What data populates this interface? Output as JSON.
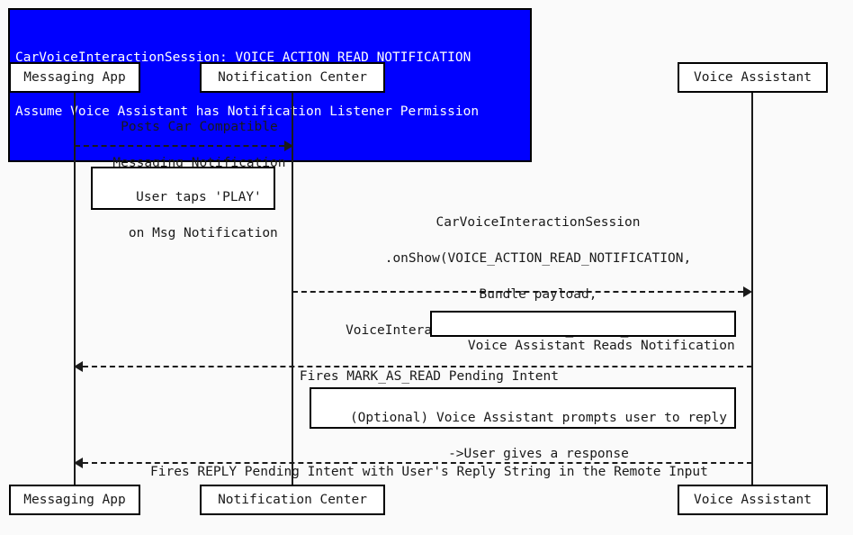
{
  "diagram": {
    "title": {
      "line1": "CarVoiceInteractionSession: VOICE_ACTION_READ_NOTIFICATION",
      "line2": "Assume Voice Assistant has Notification Listener Permission",
      "background_color": "#0000FF",
      "text_color": "#FFFFFF"
    },
    "background_color": "#FAFAFA",
    "line_color": "#1A1A1A",
    "participants": [
      {
        "id": "messaging-app",
        "label": "Messaging App"
      },
      {
        "id": "notification-center",
        "label": "Notification Center"
      },
      {
        "id": "voice-assistant",
        "label": "Voice Assistant"
      }
    ],
    "messages": [
      {
        "id": "posts-car-compatible-messaging-notification",
        "label_line1": "Posts Car Compatible",
        "label_line2": "Messaging Notification",
        "from": "messaging-app",
        "to": "notification-center",
        "direction": "right",
        "style": "dashed"
      },
      {
        "id": "on-show",
        "label_line1": "CarVoiceInteractionSession",
        "label_line2": ".onShow(VOICE_ACTION_READ_NOTIFICATION,",
        "label_line3": "Bundle payload,",
        "label_line4": "VoiceInteractionSession.SHOW_SOURCE_NOTIFICATION)",
        "from": "notification-center",
        "to": "voice-assistant",
        "direction": "right",
        "style": "dashed"
      },
      {
        "id": "fires-mark-as-read-pending-intent",
        "label_line1": "Fires MARK_AS_READ Pending Intent",
        "from": "voice-assistant",
        "to": "messaging-app",
        "direction": "left",
        "style": "dashed"
      },
      {
        "id": "fires-reply-pending-intent",
        "label_line1": "Fires REPLY Pending Intent with User's Reply String in the Remote Input",
        "from": "voice-assistant",
        "to": "messaging-app",
        "direction": "left",
        "style": "dashed"
      }
    ],
    "notes": [
      {
        "id": "user-taps-play",
        "line1": "User taps 'PLAY'",
        "line2": "on Msg Notification"
      },
      {
        "id": "voice-assistant-reads-notification",
        "line1": "Voice Assistant Reads Notification"
      },
      {
        "id": "optional-voice-assistant-prompts-reply",
        "line1": "(Optional) Voice Assistant prompts user to reply",
        "line2": "->User gives a response"
      }
    ]
  }
}
